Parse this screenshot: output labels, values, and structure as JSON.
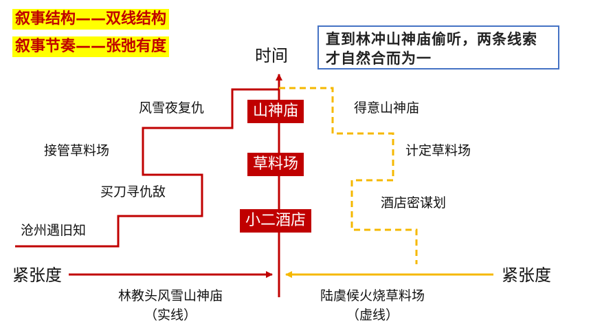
{
  "headings": {
    "structure": "叙事结构——双线结构",
    "rhythm": "叙事节奏——张弛有度"
  },
  "note": "直到林冲山神庙偷听，两条线索才自然合而为一",
  "axis": {
    "time": "时间",
    "tension_left": "紧张度",
    "tension_right": "紧张度"
  },
  "locations": [
    "山神庙",
    "草料场",
    "小二酒店"
  ],
  "solid_line": {
    "steps": [
      "沧州遇旧知",
      "买刀寻仇敌",
      "接管草料场",
      "风雪夜复仇"
    ],
    "caption": "林教头风雪山神庙",
    "caption_sub": "（实线）",
    "color": "#c00000"
  },
  "dashed_line": {
    "steps": [
      "酒店密谋划",
      "计定草料场",
      "得意山神庙"
    ],
    "caption": "陆虞候火烧草料场",
    "caption_sub": "（虚线）",
    "color": "#f5b800"
  }
}
